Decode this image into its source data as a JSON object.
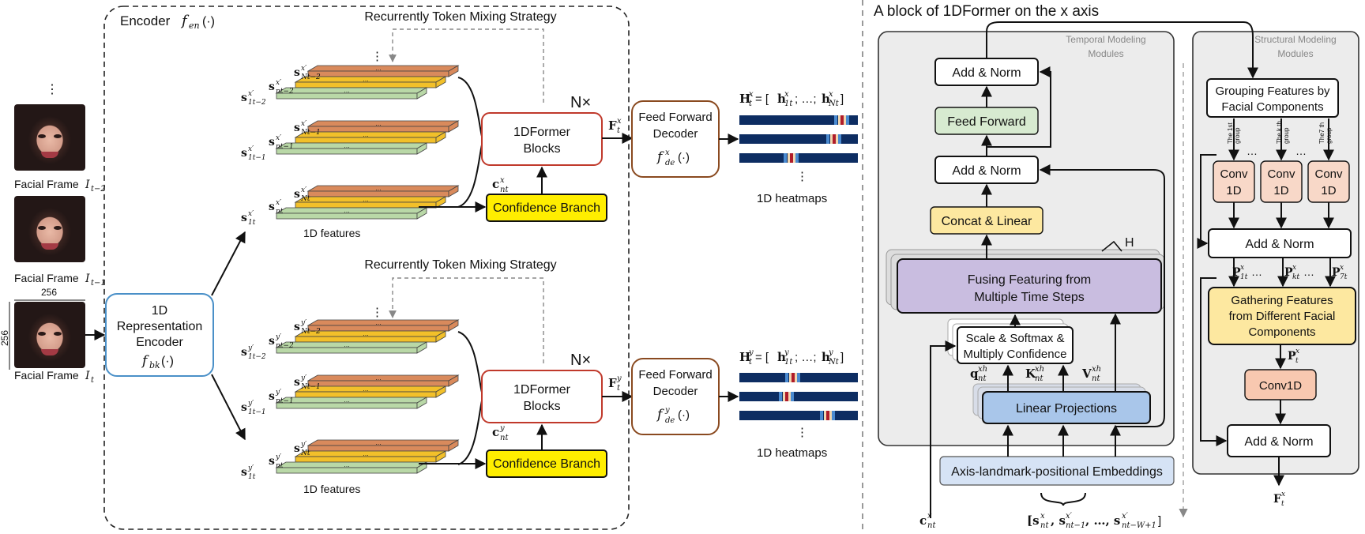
{
  "encoder": {
    "title": "Encoder",
    "title_math": "f",
    "title_sub": "en",
    "title_args": "(·)",
    "mixing_top": "Recurrently Token Mixing Strategy",
    "mixing_bottom": "Recurrently Token Mixing Strategy",
    "nx": "N×",
    "former_label_1": "1DFormer",
    "former_label_2": "Blocks",
    "confidence": "Confidence Branch",
    "features_label": "1D features",
    "c_x": "c",
    "c_x_sup": "x",
    "c_y_sup": "y",
    "c_sub": "nt",
    "ft": "F",
    "ft_sub": "t",
    "ft_sup_x": "x",
    "ft_sup_y": "y",
    "s_labels_x": {
      "s1t2": "s",
      "sub_1t2": "1t−2",
      "sub_nt2": "nt−2",
      "sub_Nt2": "Nt−2",
      "sub_1t1": "1t−1",
      "sub_nt1": "nt−1",
      "sub_Nt1": "Nt−1",
      "sub_1t": "1t",
      "sub_nt": "nt",
      "sub_Nt": "Nt",
      "sup": "x′"
    },
    "s_labels_y": {
      "sup": "y′"
    }
  },
  "frames": {
    "dots": "⋮",
    "frame1": "Facial Frame",
    "frame1_sub": "t−2",
    "frame2": "Facial Frame",
    "frame2_sub": "t−1",
    "frame3": "Facial Frame",
    "frame3_sub": "t",
    "frame_I": "I",
    "width": "256",
    "height": "256"
  },
  "rep_encoder": {
    "line1": "1D",
    "line2": "Representation",
    "line3": "Encoder",
    "func": "f",
    "func_sub": "bk",
    "func_args": "(·)"
  },
  "decoder": {
    "line1": "Feed Forward",
    "line2": "Decoder",
    "func": "f",
    "func_sub": "de",
    "sup_x": "x",
    "sup_y": "y",
    "args": "(·)"
  },
  "heatmaps": {
    "label": "1D heatmaps",
    "eq_x": "H",
    "eq_x_rest": " = [",
    "eq_h": "h",
    "eq_sub_1": "1t",
    "eq_mid": "; …; ",
    "eq_sub_N": "Nt",
    "eq_end": "]",
    "sup_x": "x",
    "sup_y": "y",
    "sub_t": "t",
    "dots": "⋮"
  },
  "block": {
    "title": "A block of 1DFormer on the x axis",
    "temporal_1": "Temporal Modeling",
    "temporal_2": "Modules",
    "structural_1": "Structural Modeling",
    "structural_2": "Modules",
    "add_norm": "Add & Norm",
    "feed_forward": "Feed Forward",
    "concat": "Concat & Linear",
    "fusing_1": "Fusing Featuring from",
    "fusing_2": "Multiple Time Steps",
    "h": "H",
    "scale_1": "Scale & Softmax &",
    "scale_2": "Multiply Confidence",
    "q": "q",
    "k": "K",
    "v": "V",
    "qkv_sub": "nt",
    "qkv_sup": "xh",
    "linear": "Linear Projections",
    "axis_embed": "Axis-landmark-positional Embeddings",
    "cnt": "c",
    "cnt_sup": "x",
    "cnt_sub": "nt",
    "bottom_eq": "[s",
    "bottom_sub1": "nt",
    "bottom_sup1": "x",
    "bottom_s2": ", s",
    "bottom_sub2": "nt−1",
    "bottom_sup2": "x′",
    "bottom_mid": ", …, s",
    "bottom_sub3": "nt−W+1",
    "bottom_sup3": "x′",
    "bottom_end": "]",
    "grouping_1": "Grouping Features by",
    "grouping_2": "Facial Components",
    "group_1st": "The 1st",
    "group_kth": "The k th",
    "group_7th": "The7 th",
    "group_word": "group",
    "conv_1": "Conv",
    "conv_2": "1D",
    "dots": "…",
    "p": "P",
    "p_sub_1": "1t",
    "p_sub_k": "kt",
    "p_sub_7": "7t",
    "p_sup": "x",
    "gathering_1": "Gathering Features",
    "gathering_2": "from Different Facial",
    "gathering_3": "Components",
    "pt": "P",
    "pt_sub": "t",
    "conv1d": "Conv1D",
    "ft": "F",
    "ft_sub": "t",
    "ft_sup": "x"
  },
  "colors": {
    "red_border": "#c0392b",
    "blue_border": "#4a90c8",
    "brown_border": "#8a4a20",
    "orange_bar": "#d98a5c",
    "yellow_bar": "#f2c02a",
    "green_bar": "#b9d8a7",
    "confidence_yellow": "#ffee00",
    "purple": "#c9bde0",
    "light_blue": "#a9c6ea",
    "light_green": "#d7ead0",
    "light_yellow": "#fde8a0",
    "peach": "#f8d8c8",
    "heatmap_navy": "#0d2d62"
  }
}
